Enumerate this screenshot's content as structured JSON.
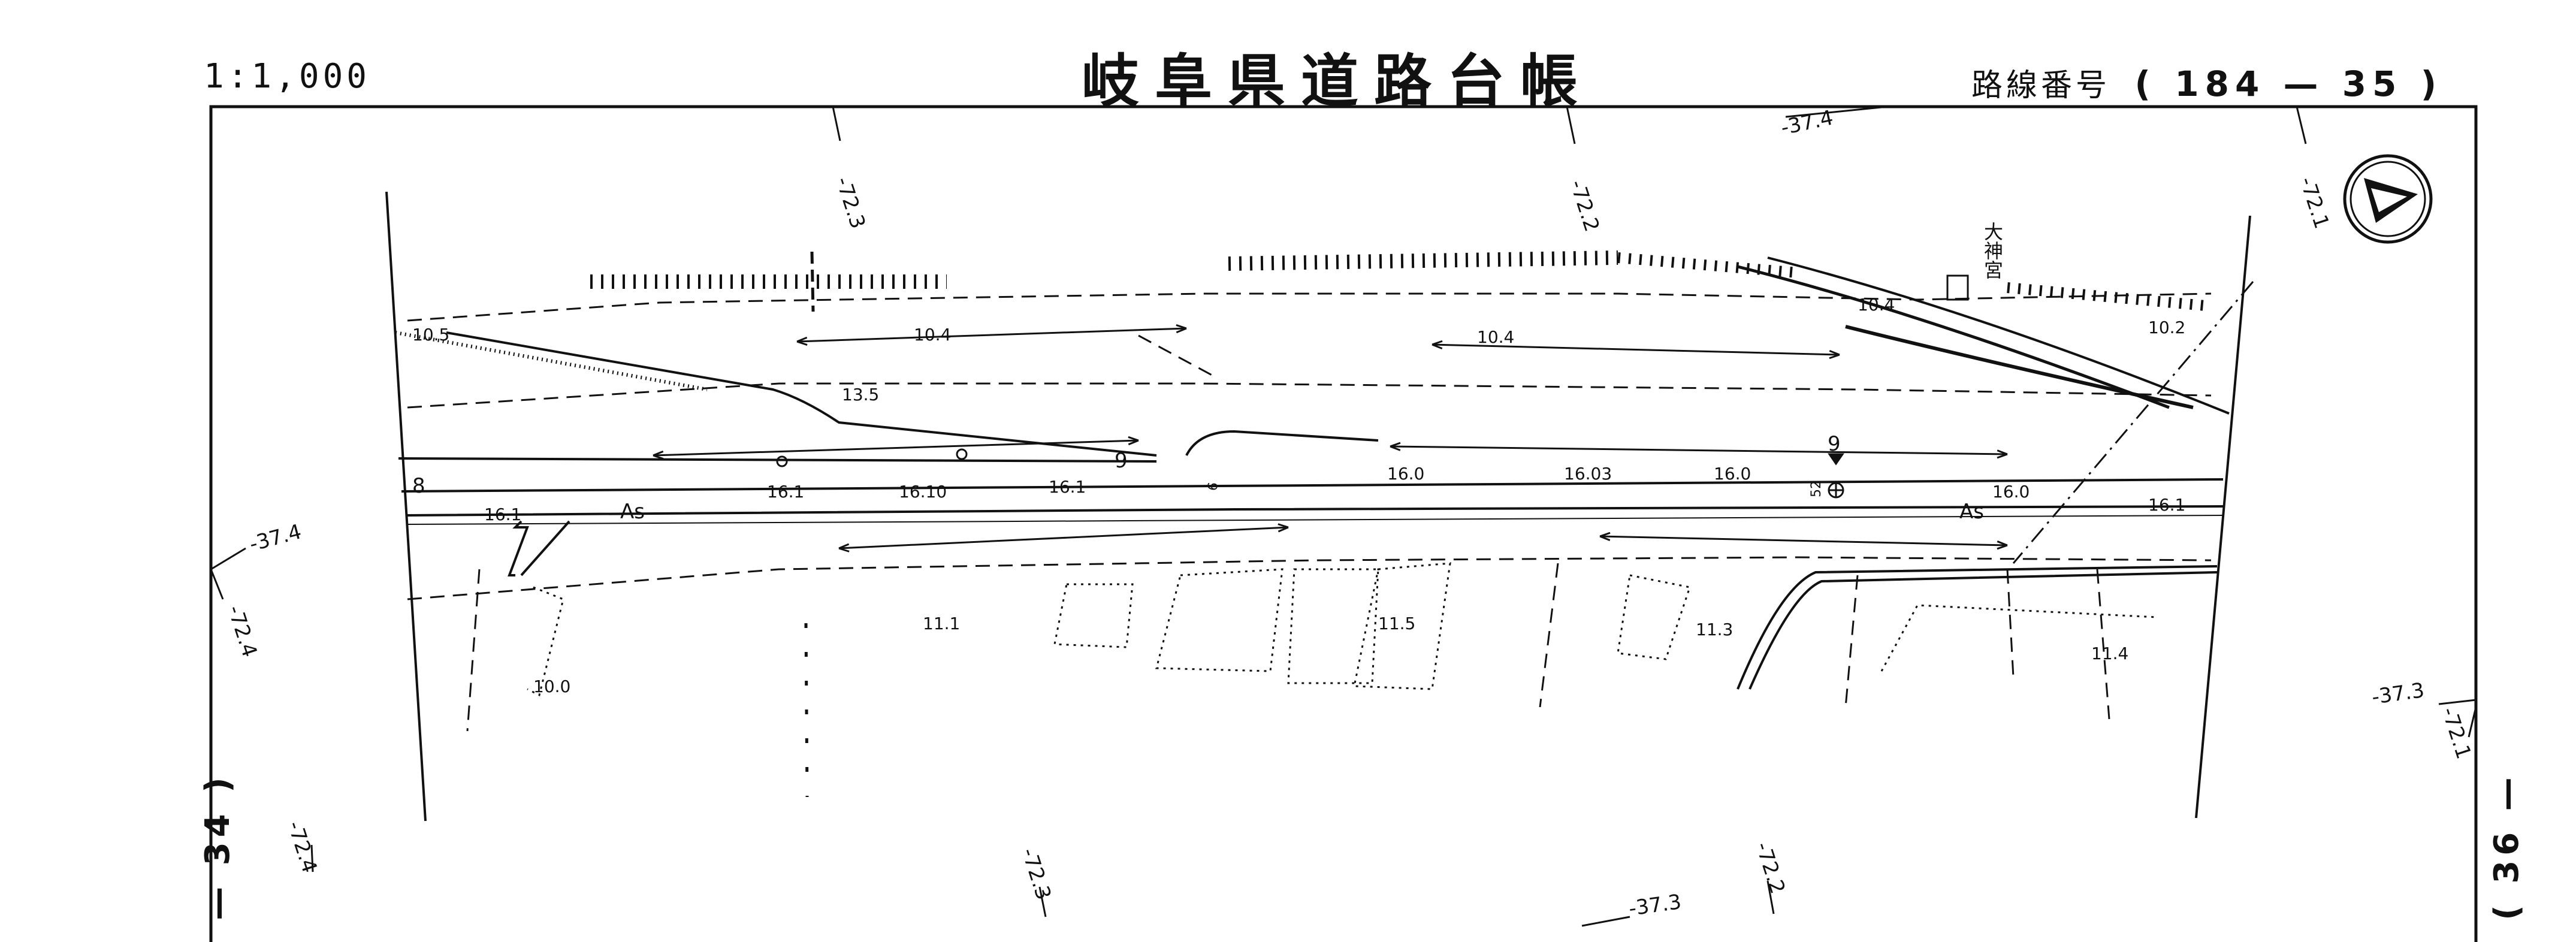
{
  "header": {
    "scale": "1:1,000",
    "title": "岐阜県道路台帳",
    "route_label": "路線番号",
    "route_number": "( 184 — 35 )"
  },
  "sheets": {
    "left": "— 34 )",
    "right": "( 36 —"
  },
  "coords": {
    "top_ticks": [
      "-72.3",
      "-72.2",
      "-37.4",
      "-72.1"
    ],
    "left_ticks": [
      "-37.4",
      "-72.4"
    ],
    "right_ticks": [
      "-37.3",
      "-72.1"
    ],
    "bottom_ticks": [
      "-72.4",
      "-72.3",
      "-72.2",
      "-37.3"
    ]
  },
  "map": {
    "widths": [
      "10.5",
      "10.4",
      "10.4",
      "10.4",
      "10.2",
      "13.5",
      "16.1",
      "16.1",
      "16.10",
      "16.1",
      "16.0",
      "16.03",
      "16.0",
      "16.0",
      "16.1",
      "11.1",
      "11.5",
      "11.3",
      "11.4",
      "10.0"
    ],
    "surface_labels": [
      "As",
      "As"
    ],
    "station_labels": [
      "8",
      "9",
      "9"
    ],
    "small_marks": [
      "6",
      "52"
    ],
    "shrine_label": "大神宮"
  },
  "colors": {
    "ink": "#111111",
    "background": "#ffffff"
  },
  "icons": {
    "north_arrow": "compass-north-arrow-icon"
  }
}
